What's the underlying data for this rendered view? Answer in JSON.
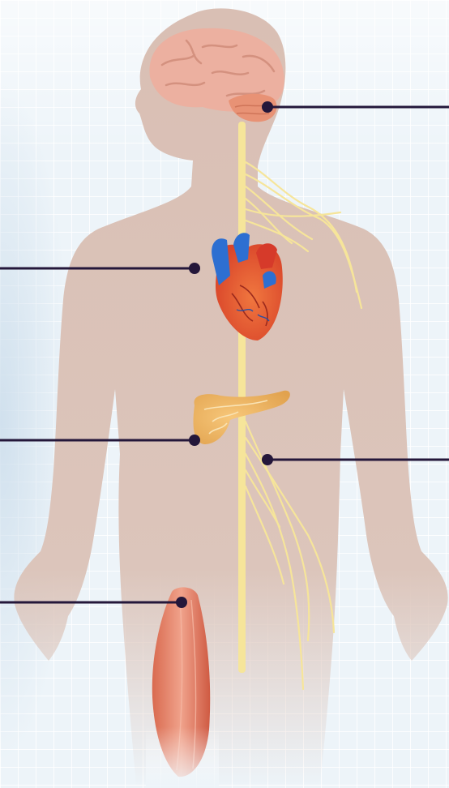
{
  "illustration": {
    "subject": "human-body-outline",
    "organs": [
      "brain",
      "heart",
      "pancreas",
      "nerves",
      "muscle"
    ],
    "callout_color": "#24173a",
    "body_color": "#d9bfb4",
    "nerve_color": "#f6e59a",
    "labels": []
  }
}
